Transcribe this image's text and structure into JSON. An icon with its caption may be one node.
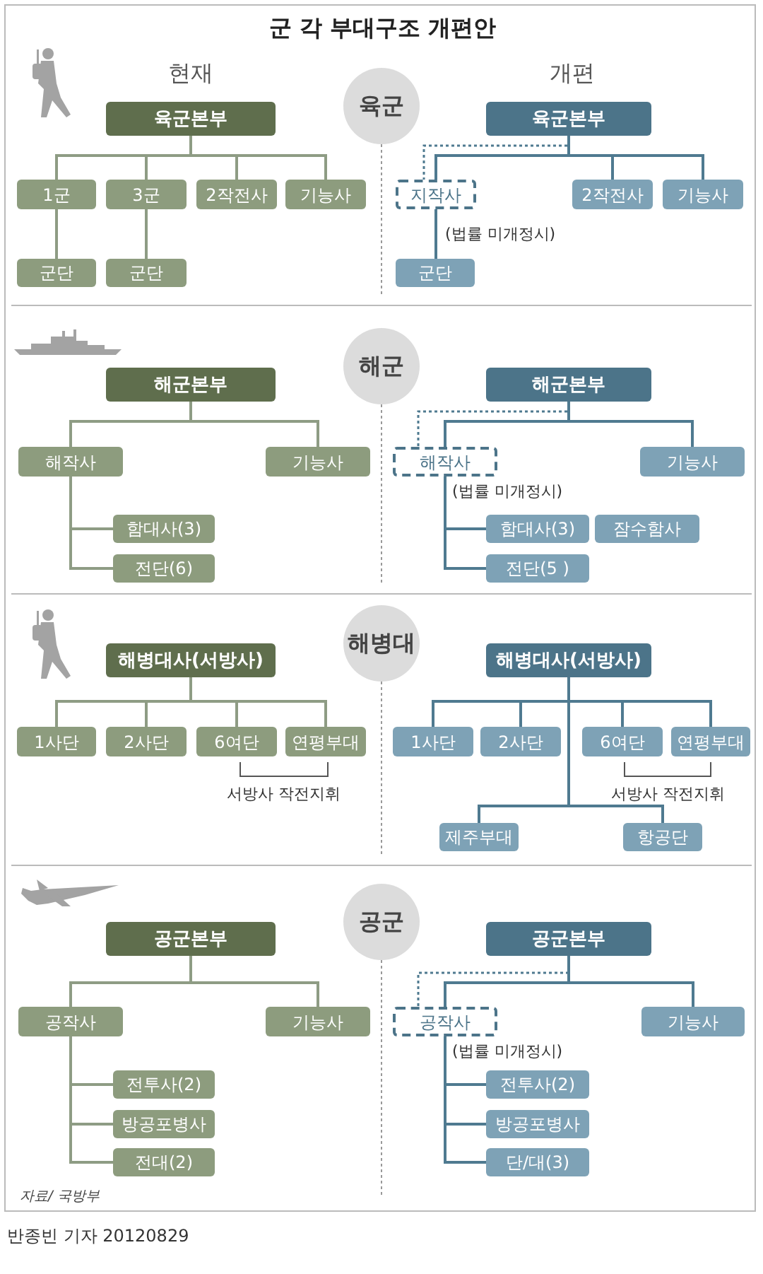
{
  "diagram": {
    "title": "군 각 부대구조 개편안",
    "nodes": [
      {
        "text": [
          "육군"
        ]
      },
      {
        "text": [
          "육군본부"
        ]
      },
      {
        "text": [
          "1군"
        ]
      },
      {
        "text": [
          "3군"
        ]
      },
      {
        "text": [
          "2작전사"
        ]
      },
      {
        "text": [
          "기능사"
        ]
      },
      {
        "text": [
          "군단"
        ]
      },
      {
        "text": [
          "군단"
        ]
      },
      {
        "text": [
          "육군본부"
        ]
      },
      {
        "text": [
          "지작사"
        ],
        "beside": [
          "(법률 미개정시)"
        ]
      },
      {
        "text": [
          "2작전사"
        ]
      },
      {
        "text": [
          "기능사"
        ]
      },
      {
        "text": [
          "군단"
        ]
      },
      {
        "text": [
          "해군"
        ]
      },
      {
        "text": [
          "해군본부"
        ]
      },
      {
        "text": [
          "해작사"
        ]
      },
      {
        "text": [
          "기능사"
        ]
      },
      {
        "text": [
          "함대사(3)"
        ]
      },
      {
        "text": [
          "전단(6)"
        ]
      },
      {
        "text": [
          "해군본부"
        ]
      },
      {
        "text": [
          "해작사"
        ],
        "beside": [
          "(법률 미개정시)"
        ]
      },
      {
        "text": [
          "기능사"
        ]
      },
      {
        "text": [
          "함대사(3)"
        ]
      },
      {
        "text": [
          "잠수함사"
        ]
      },
      {
        "text": [
          "전단(5 )"
        ]
      },
      {
        "text": [
          "해병대"
        ]
      },
      {
        "text": [
          "해병대사(서방사)"
        ]
      },
      {
        "text": [
          "1사단"
        ]
      },
      {
        "text": [
          "2사단"
        ]
      },
      {
        "text": [
          "6여단"
        ]
      },
      {
        "text": [
          "연평부대"
        ]
      },
      {
        "text": [
          "해병대사(서방사)"
        ]
      },
      {
        "text": [
          "1사단"
        ]
      },
      {
        "text": [
          "2사단"
        ]
      },
      {
        "text": [
          "6여단"
        ]
      },
      {
        "text": [
          "연평부대"
        ]
      },
      {
        "text": [
          "제주부대"
        ]
      },
      {
        "text": [
          "항공단"
        ]
      },
      {
        "text": [
          "공군"
        ]
      },
      {
        "text": [
          "공군본부"
        ]
      },
      {
        "text": [
          "공작사"
        ]
      },
      {
        "text": [
          "기능사"
        ]
      },
      {
        "text": [
          "전투사(2)"
        ]
      },
      {
        "text": [
          "방공포병사"
        ]
      },
      {
        "text": [
          "전대(2)"
        ]
      },
      {
        "text": [
          "공군본부"
        ]
      },
      {
        "text": [
          "공작사"
        ],
        "beside": [
          "(법률 미개정시)"
        ]
      },
      {
        "text": [
          "기능사"
        ]
      },
      {
        "text": [
          "전투사(2)"
        ]
      },
      {
        "text": [
          "방공포병사"
        ]
      },
      {
        "text": [
          "단/대(3)"
        ]
      }
    ],
    "edges": [
      {
        "from": 1,
        "to": 2,
        "arrow": "none",
        "color": "#8e9c84"
      },
      {
        "from": 1,
        "to": 3,
        "arrow": "none",
        "color": "#8e9c84"
      },
      {
        "from": 1,
        "to": 4,
        "arrow": "none",
        "color": "#8e9c84"
      },
      {
        "from": 1,
        "to": 5,
        "arrow": "none",
        "color": "#8e9c84"
      },
      {
        "from": 2,
        "to": 6,
        "arrow": "none",
        "color": "#8e9c84"
      },
      {
        "from": 3,
        "to": 7,
        "arrow": "none",
        "color": "#8e9c84"
      },
      {
        "from": 8,
        "to": 9,
        "arrow": "none"
      },
      {
        "from": 8,
        "to": 9,
        "arrow": "none",
        "style": "dashed"
      },
      {
        "from": 8,
        "to": 10,
        "arrow": "none"
      },
      {
        "from": 8,
        "to": 11,
        "arrow": "none"
      },
      {
        "from": 9,
        "to": 12,
        "arrow": "none"
      },
      {
        "from": 14,
        "to": 15,
        "arrow": "none",
        "color": "#8e9c84"
      },
      {
        "from": 14,
        "to": 16,
        "arrow": "none",
        "color": "#8e9c84"
      },
      {
        "from": 15,
        "to": 17,
        "arrow": "none",
        "color": "#8e9c84"
      },
      {
        "from": 15,
        "to": 18,
        "arrow": "none",
        "color": "#8e9c84"
      },
      {
        "from": 19,
        "to": 20,
        "arrow": "none"
      },
      {
        "from": 19,
        "to": 20,
        "arrow": "none",
        "style": "dashed"
      },
      {
        "from": 19,
        "to": 21,
        "arrow": "none"
      },
      {
        "from": 20,
        "to": 22,
        "arrow": "none"
      },
      {
        "from": 20,
        "to": 24,
        "arrow": "none"
      },
      {
        "from": 26,
        "to": 27,
        "arrow": "none",
        "color": "#8e9c84"
      },
      {
        "from": 26,
        "to": 28,
        "arrow": "none",
        "color": "#8e9c84"
      },
      {
        "from": 26,
        "to": 29,
        "arrow": "none",
        "color": "#8e9c84"
      },
      {
        "from": 26,
        "to": 30,
        "arrow": "none",
        "color": "#8e9c84"
      },
      {
        "from": 31,
        "to": 32,
        "arrow": "none"
      },
      {
        "from": 31,
        "to": 33,
        "arrow": "none"
      },
      {
        "from": 31,
        "to": 34,
        "arrow": "none"
      },
      {
        "from": 31,
        "to": 35,
        "arrow": "none"
      },
      {
        "from": 31,
        "to": 36,
        "arrow": "none"
      },
      {
        "from": 31,
        "to": 37,
        "arrow": "none"
      },
      {
        "from": 39,
        "to": 40,
        "arrow": "none",
        "color": "#8e9c84"
      },
      {
        "from": 39,
        "to": 41,
        "arrow": "none",
        "color": "#8e9c84"
      },
      {
        "from": 40,
        "to": 42,
        "arrow": "none",
        "color": "#8e9c84"
      },
      {
        "from": 40,
        "to": 43,
        "arrow": "none",
        "color": "#8e9c84"
      },
      {
        "from": 40,
        "to": 44,
        "arrow": "none",
        "color": "#8e9c84"
      },
      {
        "from": 45,
        "to": 46,
        "arrow": "none"
      },
      {
        "from": 45,
        "to": 46,
        "arrow": "none",
        "style": "dashed"
      },
      {
        "from": 45,
        "to": 47,
        "arrow": "none"
      },
      {
        "from": 46,
        "to": 48,
        "arrow": "none"
      },
      {
        "from": 46,
        "to": 49,
        "arrow": "none"
      },
      {
        "from": 46,
        "to": 50,
        "arrow": "none"
      }
    ],
    "labels": [
      "현재",
      "개편",
      "서방사 작전지휘",
      "서방사 작전지휘",
      "자료/ 국방부",
      "반종빈 기자 20120829"
    ]
  }
}
